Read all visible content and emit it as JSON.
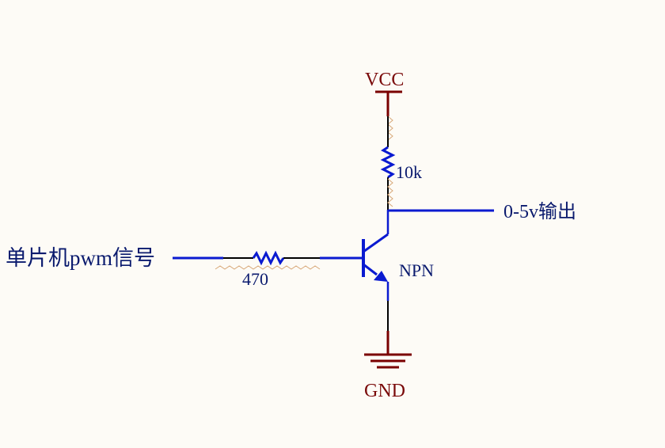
{
  "labels": {
    "vcc": "VCC",
    "gnd": "GND",
    "r_pullup": "10k",
    "r_base": "470",
    "transistor": "NPN",
    "input": "单片机pwm信号",
    "output": "0-5v输出"
  },
  "colors": {
    "wire": "#0a1ad0",
    "component": "#0a1ad0",
    "power": "#7a0000",
    "label": "#0a1a6e",
    "power_label": "#7a0a0a",
    "lead": "#000000",
    "net_squiggle": "#d8a878",
    "background": "#fdfbf6"
  }
}
